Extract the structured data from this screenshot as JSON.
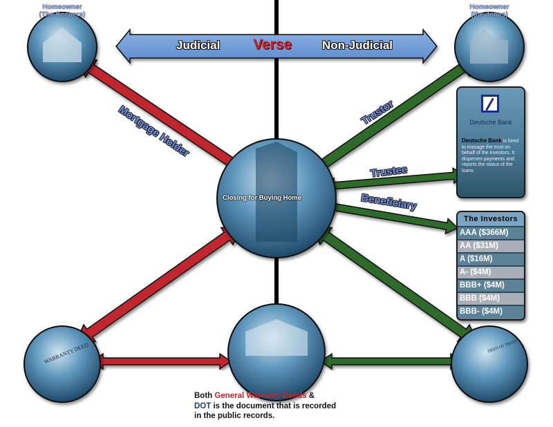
{
  "top_arrow": {
    "left": "Judicial",
    "middle": "Verse",
    "right": "Non-Judicial"
  },
  "nodes": {
    "top_left": {
      "line1": "Homeowner",
      "line2": "(The Keepers)"
    },
    "top_right": {
      "line1": "Homeowner",
      "line2": "(the Jones)"
    },
    "center": "Closing for Buying Home",
    "bottom_left_doc": "WARRANTY DEED",
    "bottom_right_doc": "DEED OF TRUST"
  },
  "arrow_labels": {
    "mortgage_holder": "Mortgage Holder",
    "trustor": "Trustor",
    "trustee": "Trustee",
    "beneficiary": "Beneficiary"
  },
  "deutsche_bank": {
    "logo_text": "Deutsche Bank",
    "name": "Deutsche Bank",
    "description": " is hired to manage the trust on behalf of the investors. It disperses payments and reports the status of the loans."
  },
  "investors": {
    "title": "The Investors",
    "tranches": [
      "AAA ($366M)",
      "AA ($31M)",
      "A ($16M)",
      "A- ($4M)",
      "BBB+ ($4M)",
      "BBB ($4M)",
      "BBB- ($4M)"
    ]
  },
  "note": {
    "prefix": "Both ",
    "highlight1": "General Warranty Deeds",
    "mid": " &",
    "highlight2": "DOT",
    "line2": " is the document that is recorded",
    "line3": "in the public records."
  },
  "colors": {
    "red": "#c0262e",
    "green": "#2f6a2a",
    "blue_arrow": "#6e9bd6",
    "globe": "#3f7ca4"
  }
}
